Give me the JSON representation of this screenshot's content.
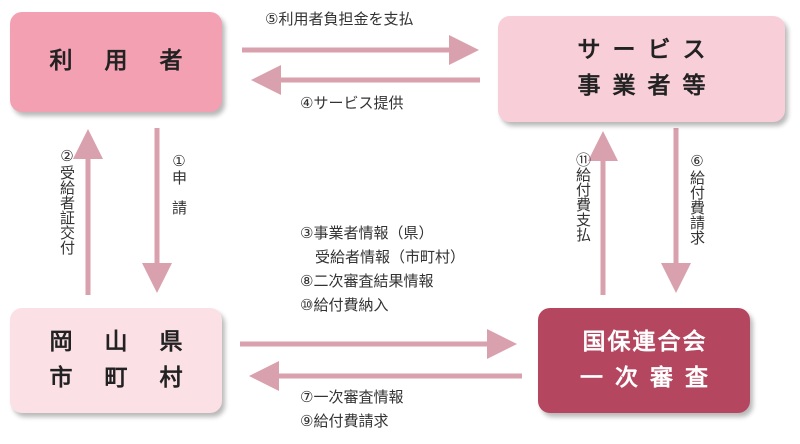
{
  "nodes": {
    "user": [
      "利 用 者"
    ],
    "provider": [
      "サービス",
      "事業者等"
    ],
    "prefecture": [
      "岡 山 県",
      "市 町 村"
    ],
    "kokuho": [
      "国保連合会",
      "一次審査"
    ]
  },
  "flows": {
    "pay_copay": "⑤利用者負担金を支払",
    "service": "④サービス提供",
    "apply": "①申　請",
    "issue_cert": "②受給者証交付",
    "benefit_claim": "⑥給付費請求",
    "benefit_payment": "⑪給付費支払",
    "to_kokuho": [
      "③事業者情報（県）",
      "　受給者情報（市町村）",
      "⑧二次審査結果情報",
      "⑩給付費納入"
    ],
    "from_kokuho": [
      "⑦一次審査情報",
      "⑨給付費請求"
    ]
  },
  "colors": {
    "arrow": "#d9a0ae",
    "user_box": "#f2a0b2",
    "provider_box": "#f8cfd9",
    "prefecture_box": "#fbe0e6",
    "kokuho_box": "#b4465f"
  }
}
